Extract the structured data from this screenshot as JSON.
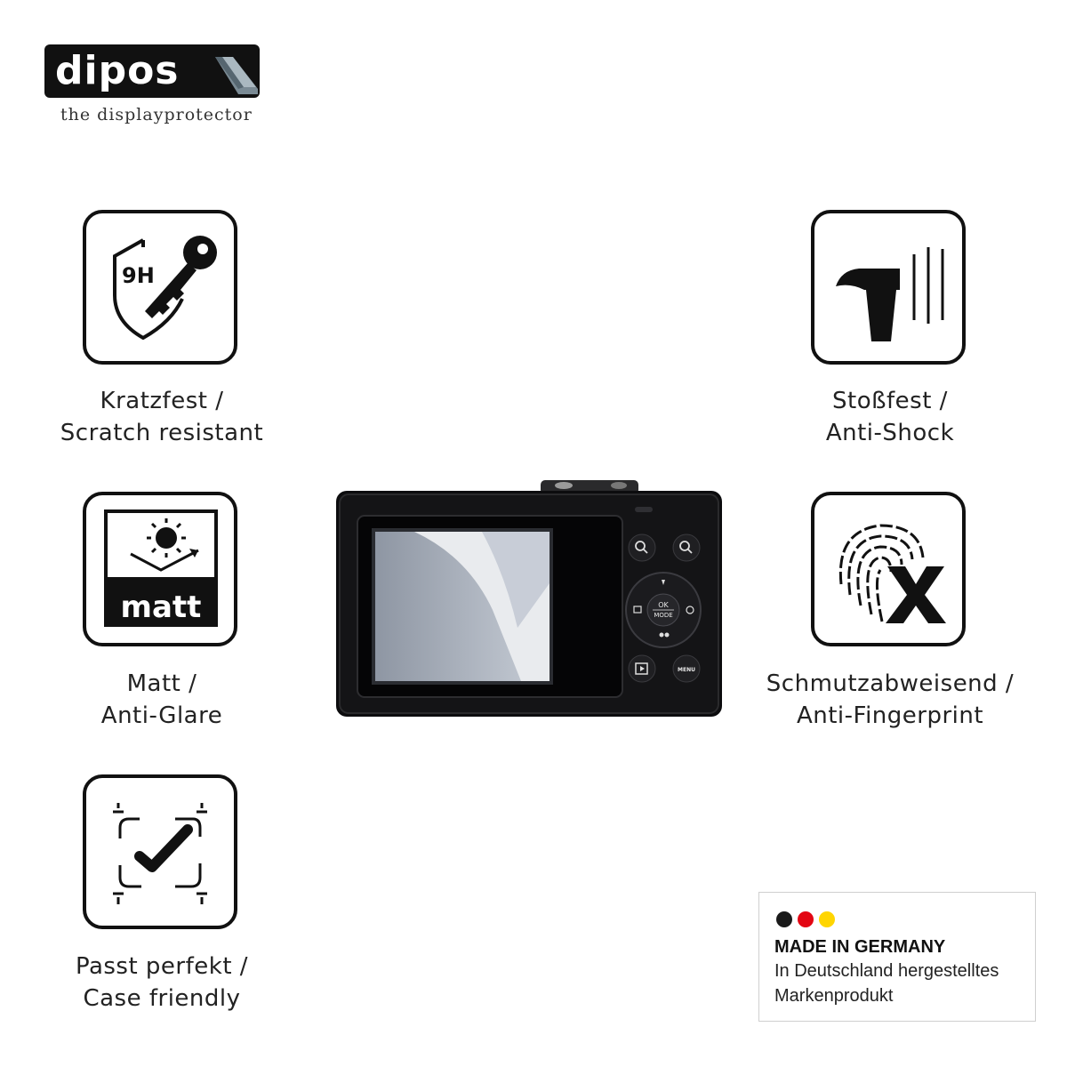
{
  "logo": {
    "name": "dipos",
    "tagline": "the displayprotector"
  },
  "features": {
    "scratch": {
      "icon": "shield-key-9h-icon",
      "badge": "9H",
      "line1": "Kratzfest /",
      "line2": "Scratch resistant"
    },
    "shock": {
      "icon": "hammer-icon",
      "line1": "Stoßfest /",
      "line2": "Anti-Shock"
    },
    "matt": {
      "icon": "sun-glare-icon",
      "badge": "matt",
      "line1": "Matt /",
      "line2": "Anti-Glare"
    },
    "fingerprint": {
      "icon": "fingerprint-cross-icon",
      "line1": "Schmutzabweisend /",
      "line2": "Anti-Fingerprint"
    },
    "fit": {
      "icon": "checkmark-frame-icon",
      "line1": "Passt perfekt /",
      "line2": "Case friendly"
    }
  },
  "camera": {
    "ok_label": "OK",
    "mode_label": "MODE",
    "menu_label": "MENU"
  },
  "made_in_germany": {
    "flag_colors": [
      "#1a1a1a",
      "#e30613",
      "#ffd500"
    ],
    "title": "MADE IN GERMANY",
    "line1": "In Deutschland hergestelltes",
    "line2": "Markenprodukt"
  },
  "colors": {
    "ink": "#111111",
    "screen_accent": "#b9c1cd"
  }
}
